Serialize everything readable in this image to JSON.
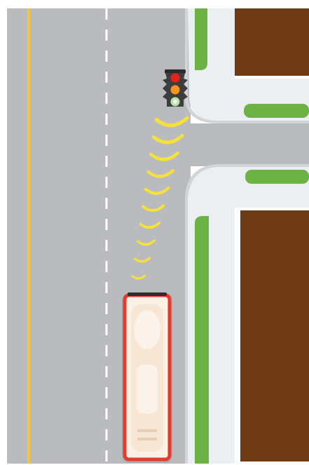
{
  "scene": {
    "description_type": "top-down traffic illustration",
    "colors": {
      "road": "#b9bbbe",
      "sidewalk": "#eceff1",
      "curb_shadow": "#d2d5d8",
      "grass": "#6db344",
      "building": "#6e3a14",
      "yellow_line": "#f2c640",
      "lane_dash": "#ffffff",
      "signal_wave": "#f6e13b",
      "signal_housing": "#3d3d3d",
      "light_red": "#e2231a",
      "light_amber": "#f7941d",
      "light_green": "#b9e2a8",
      "bus_body": "#fbf1e6",
      "bus_outline": "#e53b2c"
    },
    "traffic_light": {
      "active_light": "green",
      "lights": [
        "red",
        "amber",
        "green"
      ]
    },
    "signal_wave_count": 10,
    "vehicle": {
      "type": "bus",
      "heading": "north"
    }
  }
}
